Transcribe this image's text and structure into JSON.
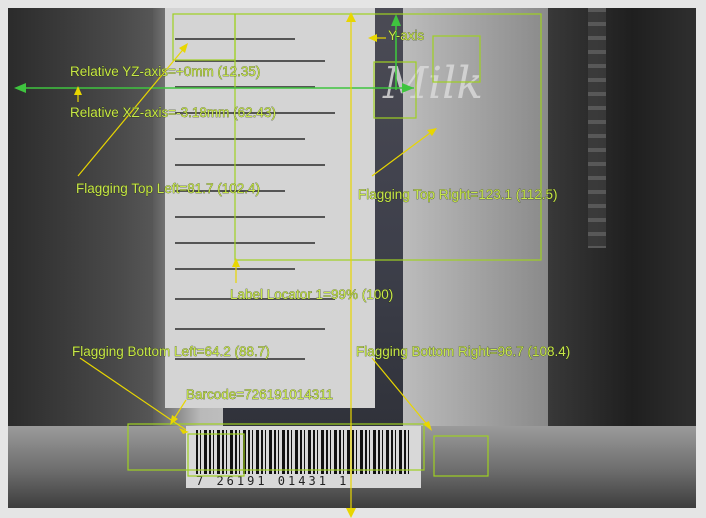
{
  "overlay": {
    "relative_yz_axis": "Relative YZ-axis=+0mm (12.35)",
    "relative_xz_axis": "Relative XZ-axis=-3.18mm (62.43)",
    "y_axis": "Y-axis",
    "flagging_top_left": "Flagging Top Left=81.7 (102.4)",
    "flagging_top_right": "Flagging Top Right=123.1 (112.5)",
    "label_locator": "Label Locator 1=99% (100)",
    "flagging_bottom_left": "Flagging Bottom Left=64.2 (88.7)",
    "flagging_bottom_right": "Flagging Bottom Right=96.7 (108.4)",
    "barcode": "Barcode=726191014311"
  },
  "colors": {
    "label_text": "#c8e84a",
    "box_stroke": "#9ed022",
    "leader_yellow": "#e8d600",
    "axis_green": "#3fc43f"
  }
}
